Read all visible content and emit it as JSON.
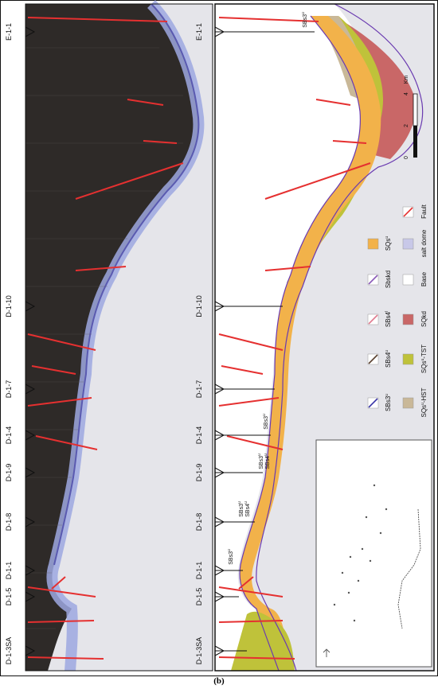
{
  "caption": "(b)",
  "wells": [
    "E-1-1",
    "D-1-10",
    "D-1-7",
    "D-1-4",
    "D-1-9",
    "D-1-8",
    "D-1-1",
    "D-1-5",
    "D-1-3SA"
  ],
  "horizon_labels": {
    "sbs3u_top": "SBs3",
    "sbs3u_d14": "SBs3",
    "sbs3u_d19": "SBs3",
    "sbs4u_d19": "SBs4",
    "sbs3u_d18": "SBs3",
    "sbs4u_d18": "SBs4",
    "sbs3u_d11": "SBs3"
  },
  "scale_bar": {
    "unit": "Km",
    "ticks": [
      "0",
      "2",
      "4"
    ]
  },
  "legend": [
    {
      "label": "SBs3",
      "sup": "u",
      "kind": "line",
      "color": "#3a35a8"
    },
    {
      "label": "SBs4",
      "sup": "u",
      "kind": "line",
      "color": "#5a4030"
    },
    {
      "label": "SQs",
      "sup": "u",
      "kind": "fill",
      "color": "#e9a23e",
      "extra": "-TST"
    },
    {
      "label": "SQs",
      "sup": "u",
      "kind": "fill",
      "color": "#c9b898",
      "extra": "-HST"
    },
    {
      "label": "SBs4",
      "sup": "l",
      "kind": "line",
      "color": "#e07a8f"
    },
    {
      "label": "SQkd",
      "kind": "fill",
      "color": "#c96767"
    },
    {
      "label": "Sbskd",
      "kind": "line",
      "color": "#8a5ab8"
    },
    {
      "label": "Base",
      "kind": "fill",
      "color": "#ffffff"
    },
    {
      "label": "SQs",
      "sup": "u",
      "kind": "fill",
      "color": "#f2b24a"
    },
    {
      "label": "salt dome",
      "kind": "fill",
      "color": "#c8c8e8"
    },
    {
      "label": "Fault",
      "kind": "fault",
      "color": "#e53030"
    }
  ],
  "colors": {
    "fault": "#e53030",
    "seismic_dark": "#2e2a28",
    "gray_bg": "#e5e5ea",
    "panel_border": "#111111"
  }
}
